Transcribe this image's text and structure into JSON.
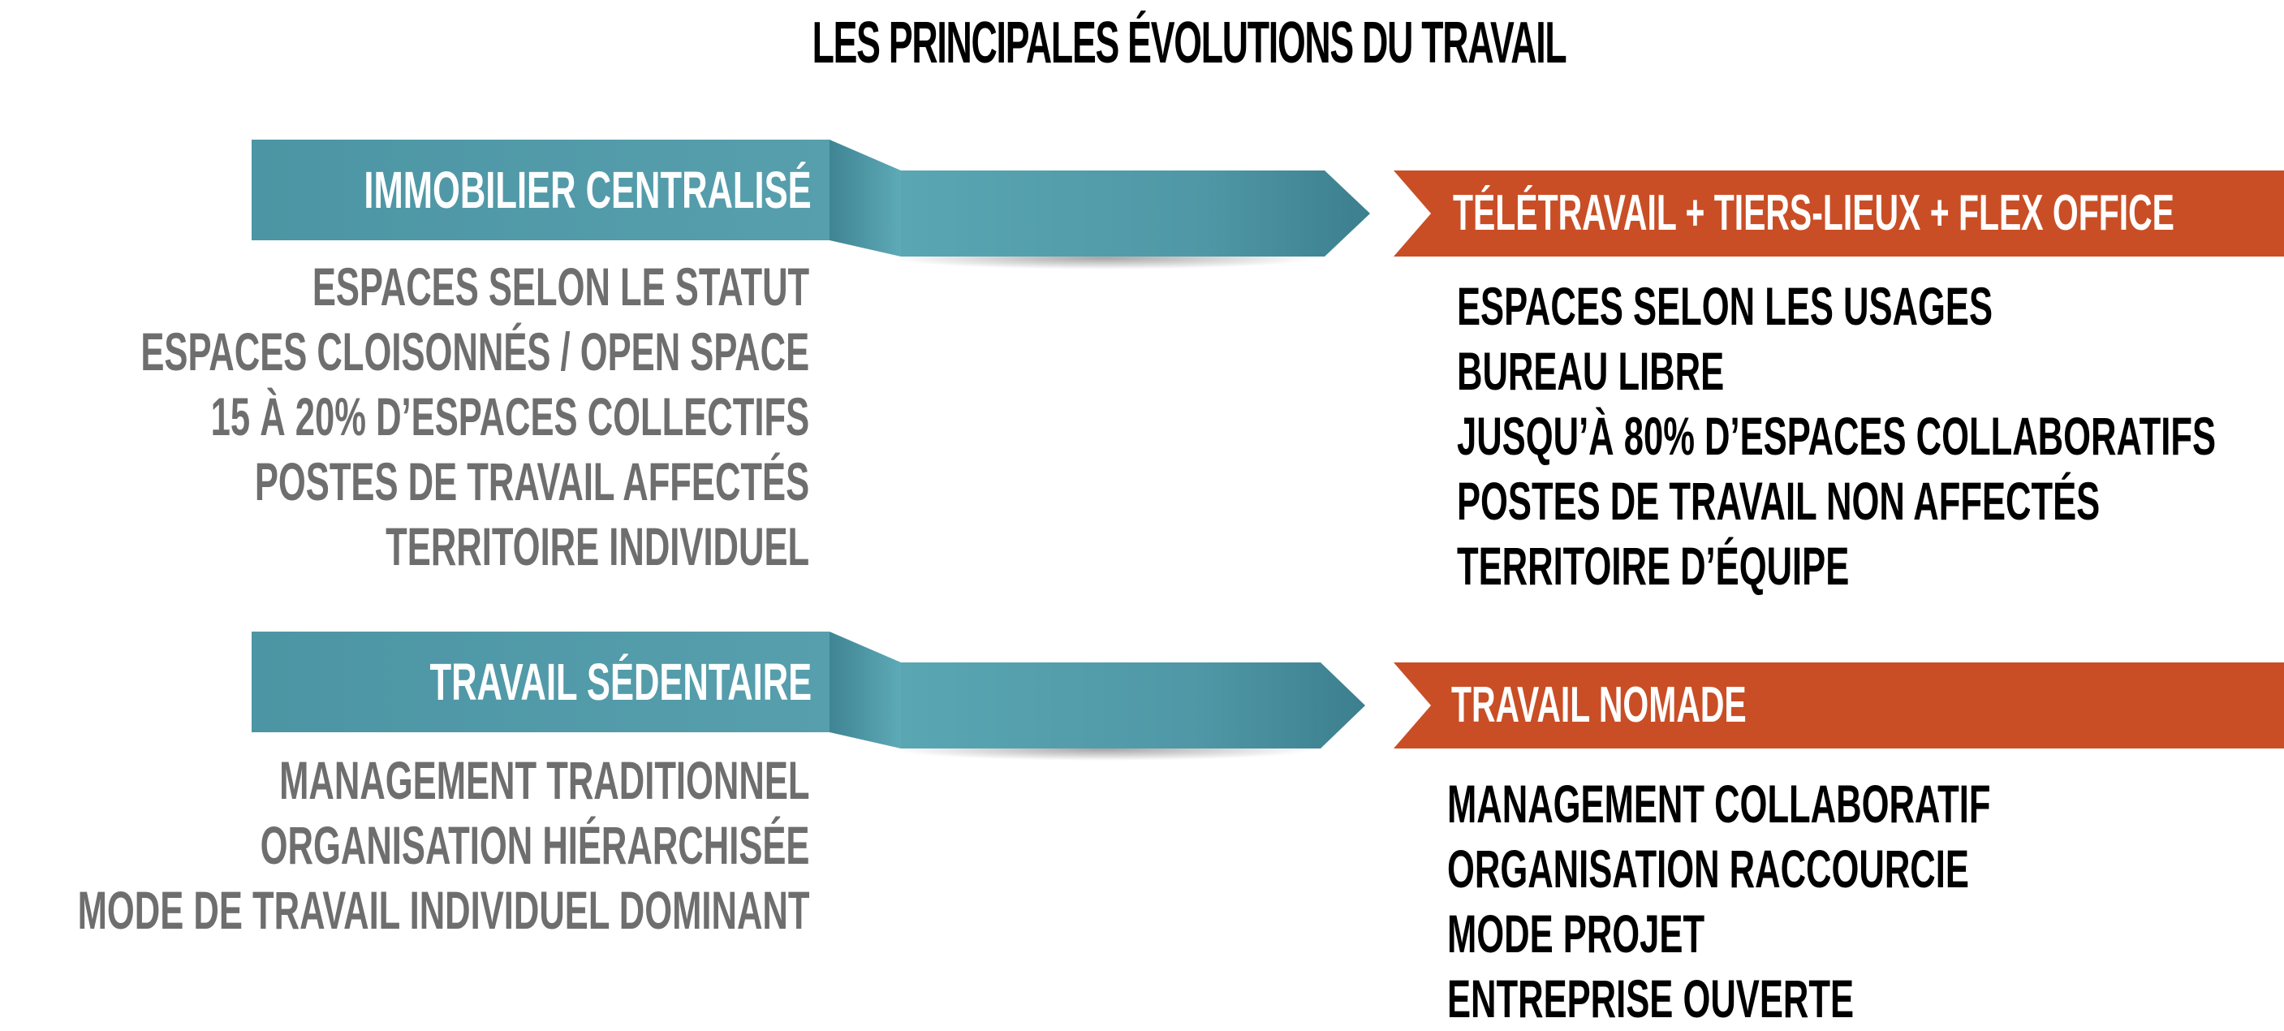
{
  "title": "LES PRINCIPALES ÉVOLUTIONS DU TRAVAIL",
  "colors": {
    "teal": "#4a93a2",
    "teal_light": "#5ea8b5",
    "orange": "#c94e26",
    "gray_text": "#6e6e6e",
    "black_text": "#000000"
  },
  "rows": [
    {
      "from_label": "IMMOBILIER CENTRALISÉ",
      "to_label": "TÉLÉTRAVAIL + TIERS-LIEUX + FLEX OFFICE",
      "from_items": [
        "ESPACES SELON LE STATUT",
        "ESPACES CLOISONNÉS / OPEN SPACE",
        "15 À 20% D’ESPACES COLLECTIFS",
        "POSTES DE TRAVAIL AFFECTÉS",
        "TERRITOIRE INDIVIDUEL"
      ],
      "to_items": [
        "ESPACES SELON LES USAGES",
        "BUREAU LIBRE",
        "JUSQU’À 80% D’ESPACES COLLABORATIFS",
        "POSTES DE TRAVAIL NON AFFECTÉS",
        "TERRITOIRE D’ÉQUIPE"
      ]
    },
    {
      "from_label": "TRAVAIL SÉDENTAIRE",
      "to_label": "TRAVAIL NOMADE",
      "from_items": [
        "MANAGEMENT TRADITIONNEL",
        "ORGANISATION HIÉRARCHISÉE",
        "MODE DE TRAVAIL INDIVIDUEL DOMINANT"
      ],
      "to_items": [
        "MANAGEMENT COLLABORATIF",
        "ORGANISATION RACCOURCIE",
        "MODE PROJET",
        "ENTREPRISE OUVERTE"
      ]
    }
  ]
}
